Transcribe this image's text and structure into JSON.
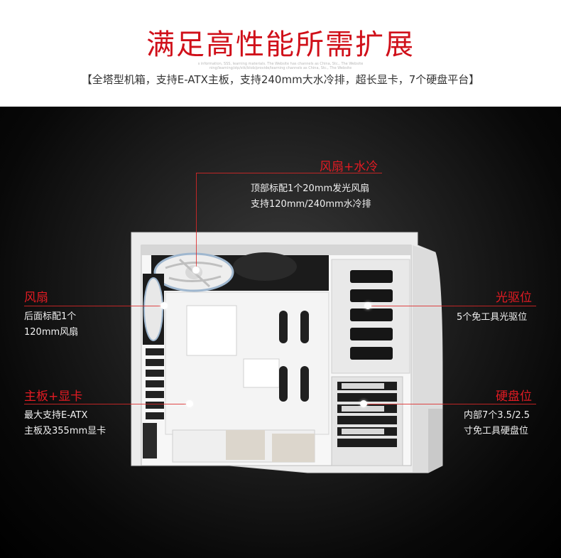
{
  "header": {
    "title": "满足高性能所需扩展",
    "tiny_line_1": "s information, SSS, learning materials. The Website has channels as China, Stc., The Website",
    "tiny_line_2": "ning/learning/stp/stk/blob/provide/learning channels as China, Stc., The Website",
    "subtitle": "【全塔型机箱，支持E-ATX主板，支持240mm大水冷排，超长显卡，7个硬盘平台】"
  },
  "callouts": {
    "fan_water": {
      "title": "风扇+水冷",
      "line1": "顶部标配1个20mm发光风扇",
      "line2": "支持120mm/240mm水冷排"
    },
    "fan": {
      "title": "风扇",
      "line1": "后面标配1个",
      "line2": "120mm风扇"
    },
    "board_gpu": {
      "title": "主板+显卡",
      "line1": "最大支持E-ATX",
      "line2": "主板及355mm显卡"
    },
    "optical": {
      "title": "光驱位",
      "line1": "5个免工具光驱位"
    },
    "hdd": {
      "title": "硬盘位",
      "line1": "内部7个3.5/2.5",
      "line2": "寸免工具硬盘位"
    }
  },
  "colors": {
    "accent": "#e21b23",
    "title_red": "#d0101a",
    "background_dark": "#000000",
    "case_white": "#f2f2f2"
  }
}
